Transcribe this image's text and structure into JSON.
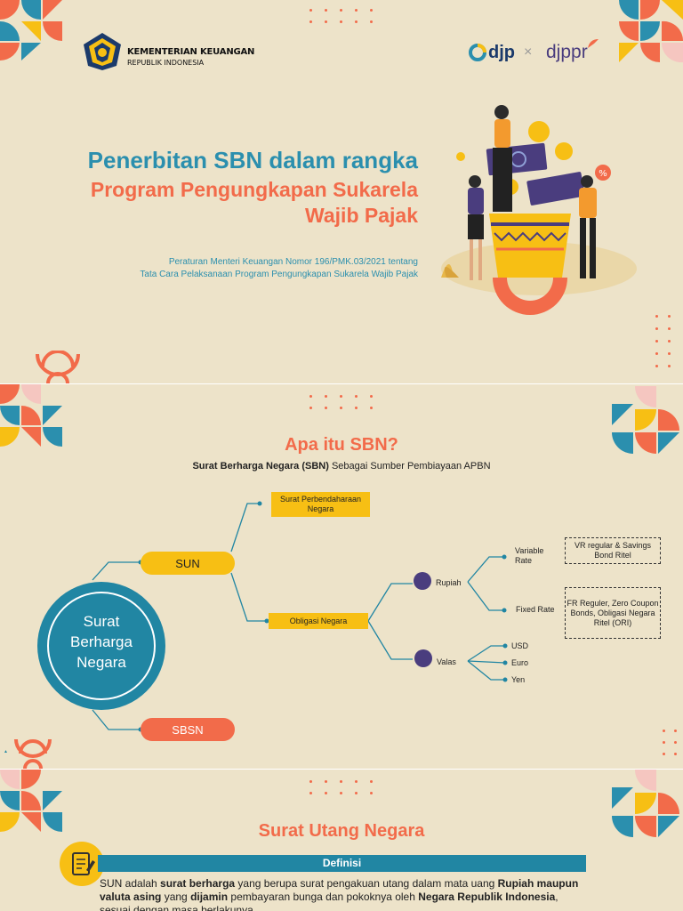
{
  "colors": {
    "orange": "#f26b4a",
    "teal": "#2b8fae",
    "yellow": "#f7bf14",
    "purple": "#4a3d7e",
    "beige": "#ede3c9",
    "navy": "#1b3a6b"
  },
  "slide1": {
    "ministry": {
      "name": "KEMENTERIAN KEUANGAN",
      "sub": "REPUBLIK INDONESIA"
    },
    "partners": {
      "left": "djp",
      "sep": "×",
      "right": "djppr"
    },
    "title_line1": "Penerbitan SBN dalam rangka",
    "title_line2": "Program Pengungkapan Sukarela",
    "title_line3": "Wajib Pajak",
    "subtitle_line1": "Peraturan Menteri Keuangan Nomor 196/PMK.03/2021 tentang",
    "subtitle_line2": "Tata Cara Pelaksanaan Program Pengungkapan Sukarela Wajib Pajak",
    "illustration": {
      "coin_symbol": "%"
    }
  },
  "slide2": {
    "heading": "Apa itu SBN?",
    "sub_bold": "Surat Berharga Negara (SBN)",
    "sub_rest": " Sebagai Sumber Pembiayaan APBN",
    "root": {
      "line1": "Surat",
      "line2": "Berharga",
      "line3": "Negara"
    },
    "sun": "SUN",
    "sbsn": "SBSN",
    "spn": "Surat Perbendaharaan Negara",
    "obligasi": "Obligasi Negara",
    "rupiah": "Rupiah",
    "valas": "Valas",
    "variable_rate": "Variable Rate",
    "fixed_rate": "Fixed Rate",
    "vr_box": "VR regular & Savings Bond Ritel",
    "fr_box": "FR Reguler, Zero Coupon Bonds, Obligasi Negara Ritel (ORI)",
    "currencies": [
      "USD",
      "Euro",
      "Yen"
    ],
    "tiny_mark": "▲"
  },
  "slide3": {
    "heading": "Surat Utang Negara",
    "def_label": "Definisi",
    "para": [
      {
        "t": "SUN adalah ",
        "b": false
      },
      {
        "t": "surat berharga",
        "b": true
      },
      {
        "t": " yang berupa surat pengakuan utang dalam mata uang ",
        "b": false
      },
      {
        "t": "Rupiah maupun valuta asing",
        "b": true
      },
      {
        "t": " yang ",
        "b": false
      },
      {
        "t": "dijamin",
        "b": true
      },
      {
        "t": " pembayaran bunga dan pokoknya oleh ",
        "b": false
      },
      {
        "t": "Negara Republik Indonesia",
        "b": true
      },
      {
        "t": ", sesuai dengan masa berlakunya.",
        "b": false
      }
    ]
  }
}
